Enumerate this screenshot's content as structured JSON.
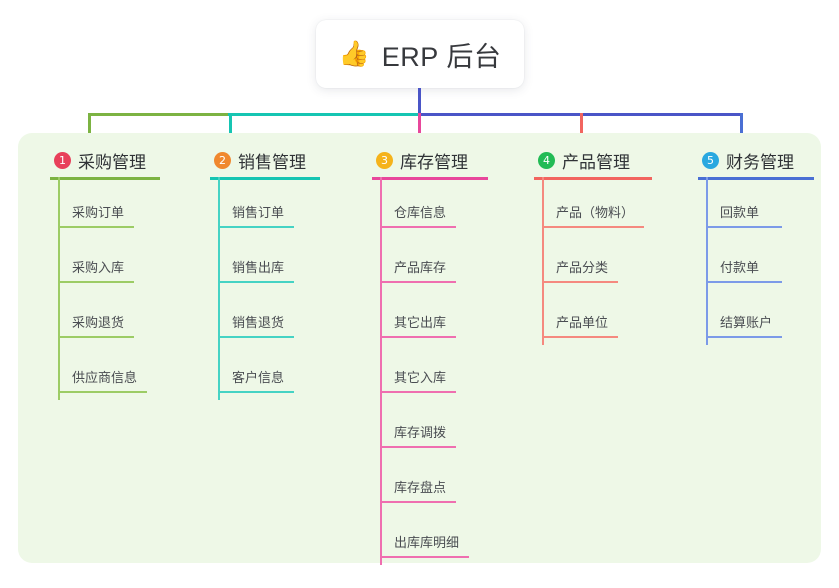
{
  "diagram": {
    "type": "mind-map",
    "title": "ERP 后台",
    "root": {
      "icon": "thumbs-up-icon",
      "emoji": "👍",
      "label": "ERP 后台"
    },
    "panel_color": "#eef8e7",
    "branches": [
      {
        "number": "1",
        "label": "采购管理",
        "badge_color": "#e8405a",
        "line_color": "#7cb342",
        "items": [
          "采购订单",
          "采购入库",
          "采购退货",
          "供应商信息"
        ]
      },
      {
        "number": "2",
        "label": "销售管理",
        "badge_color": "#f0882e",
        "line_color": "#16c5b2",
        "items": [
          "销售订单",
          "销售出库",
          "销售退货",
          "客户信息"
        ]
      },
      {
        "number": "3",
        "label": "库存管理",
        "badge_color": "#f5b31b",
        "line_color": "#e8479b",
        "items": [
          "仓库信息",
          "产品库存",
          "其它出库",
          "其它入库",
          "库存调拨",
          "库存盘点",
          "出库库明细"
        ]
      },
      {
        "number": "4",
        "label": "产品管理",
        "badge_color": "#22bb55",
        "line_color": "#f2655f",
        "items": [
          "产品（物料）",
          "产品分类",
          "产品单位"
        ]
      },
      {
        "number": "5",
        "label": "财务管理",
        "badge_color": "#29a8e0",
        "line_color": "#4a6fd4",
        "items": [
          "回款单",
          "付款单",
          "结算账户"
        ]
      }
    ],
    "trunk": {
      "stem_color": "#4a55c7",
      "segments": [
        {
          "color": "#7cb342"
        },
        {
          "color": "#16c5b2"
        },
        {
          "color": "#4a55c7"
        }
      ]
    }
  }
}
